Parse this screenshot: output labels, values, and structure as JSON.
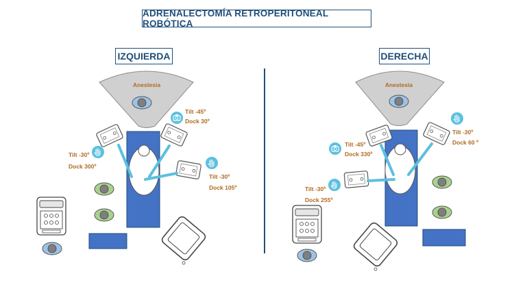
{
  "title": "ADRENALECTOMÍA RETROPERITONEAL ROBÓTICA",
  "left": {
    "heading": "IZQUIERDA",
    "anesthesia": "Anestesia",
    "arm_camera": {
      "tilt": "Tilt -45º",
      "dock": "Dock 30º"
    },
    "arm_left": {
      "tilt": "Tilt -30º",
      "dock": "Dock 300º"
    },
    "arm_right": {
      "tilt": "Tilt -30º",
      "dock": "Dock 105º"
    }
  },
  "right": {
    "heading": "DERECHA",
    "anesthesia": "Anestesia",
    "arm_camera": {
      "tilt": "Tilt -45º",
      "dock": "Dock 330º"
    },
    "arm_left": {
      "tilt": "Tilt -30º",
      "dock": "Dock 255º"
    },
    "arm_right": {
      "tilt": "Tilt -30º",
      "dock": "Dock 60 º"
    }
  },
  "colors": {
    "navy": "#1f4e79",
    "table": "#4472c4",
    "label": "#b06a1e",
    "icon": "#5bc0de",
    "anesthesia_zone": "#d0d0d0"
  }
}
